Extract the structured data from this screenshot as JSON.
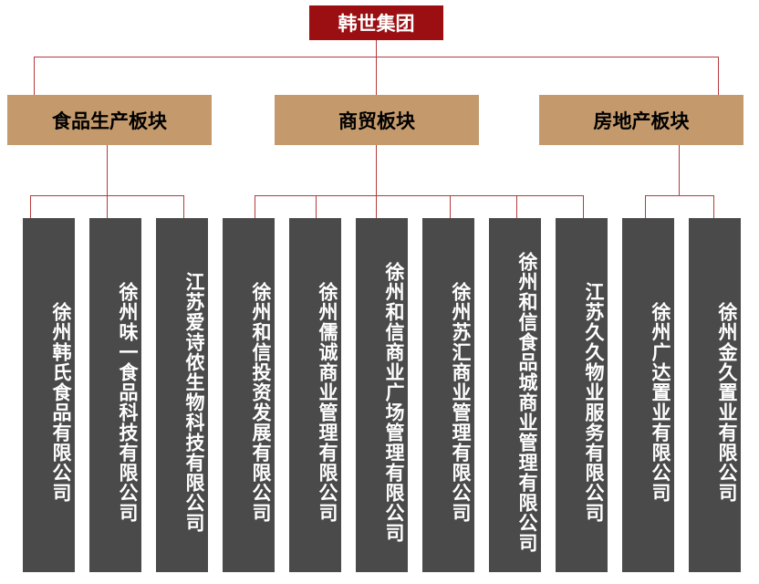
{
  "root": {
    "label": "韩世集团"
  },
  "divisions": [
    {
      "label": "食品生产板块"
    },
    {
      "label": "商贸板块"
    },
    {
      "label": "房地产板块"
    }
  ],
  "companies": [
    {
      "label": "徐州韩氏食品有限公司"
    },
    {
      "label": "徐州味一食品科技有限公司"
    },
    {
      "label": "江苏爱诗侬生物科技有限公司"
    },
    {
      "label": "徐州和信投资发展有限公司"
    },
    {
      "label": "徐州儒诚商业管理有限公司"
    },
    {
      "label": "徐州和信商业广场管理有限公司"
    },
    {
      "label": "徐州苏汇商业管理有限公司"
    },
    {
      "label": "徐州和信食品城商业管理有限公司"
    },
    {
      "label": "江苏久久物业服务有限公司"
    },
    {
      "label": "徐州广达置业有限公司"
    },
    {
      "label": "徐州金久置业有限公司"
    }
  ],
  "colors": {
    "root_bg": "#9b0f12",
    "division_bg": "#c49a6c",
    "company_bg": "#4a4a4a",
    "connector": "#b53a3c"
  }
}
